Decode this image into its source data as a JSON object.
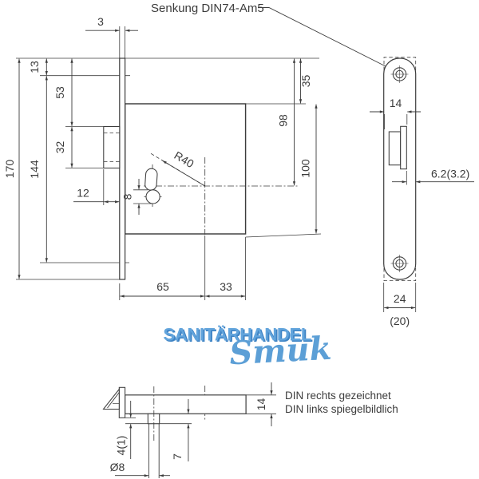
{
  "annotations": {
    "senkung_label": "Senkung DIN74-Am5",
    "note_line1": "DIN rechts gezeichnet",
    "note_line2": "DIN links spiegelbildlich"
  },
  "watermark": {
    "brand": "SANITÄRHANDEL",
    "script": "Smuk"
  },
  "dimensions": {
    "front": {
      "plate_thickness": "3",
      "screw_top": "13",
      "screw_spacing": "144",
      "plate_height": "170",
      "bolt_top_offset": "53",
      "bolt_height": "32",
      "bolt_throw": "12",
      "keyhole_diameter": "8",
      "key_radius": "R40",
      "backset": "65",
      "case_back": "33",
      "case_top_offset": "35",
      "key_center_offset": "98",
      "case_height": "100"
    },
    "side": {
      "bolt_cutout_width": "14",
      "bolt_projection": "6.2(3.2)",
      "plate_width": "24",
      "plate_width_alt": "(20)"
    },
    "bottom": {
      "case_depth": "14",
      "guide_step": "4(1)",
      "guide_depth": "7",
      "key_shaft_dia": "Ø8"
    }
  },
  "colors": {
    "line": "#3c3c3c",
    "watermark_main": "#62A4DC",
    "watermark_shadow": "#3E83C4",
    "watermark_script": "#5C9FD6"
  }
}
